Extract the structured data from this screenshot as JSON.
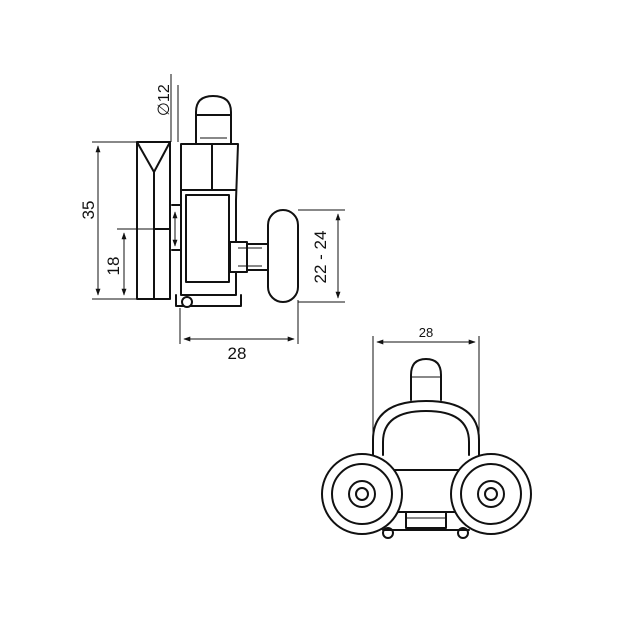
{
  "dimensions": {
    "side_view": {
      "diameter_symbol": "∅",
      "diameter_value": "12",
      "total_height": "35",
      "lower_height": "18",
      "depth": "28",
      "adjust_range": "22 - 24"
    },
    "front_view": {
      "width": "28"
    }
  },
  "colors": {
    "line": "#111111",
    "background": "#ffffff"
  }
}
